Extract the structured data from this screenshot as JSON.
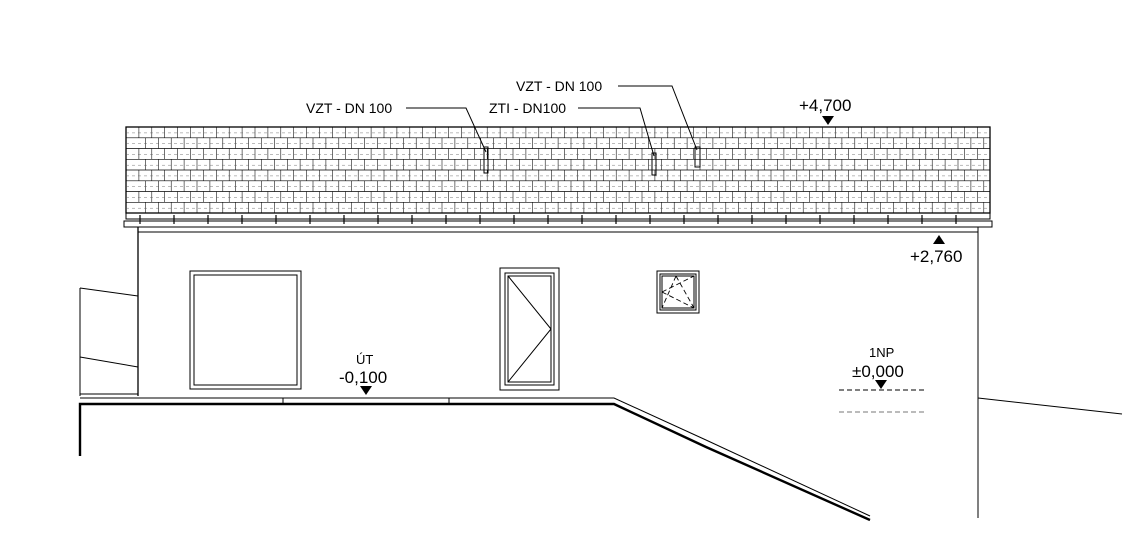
{
  "annotations": {
    "vzt_left": "VZT - DN 100",
    "zti": "ZTI - DN100",
    "vzt_right": "VZT - DN 100"
  },
  "levels": {
    "ridge": "+4,700",
    "eaves": "+2,760",
    "terrain_name": "ÚT",
    "terrain": "-0,100",
    "floor_name": "1NP",
    "floor": "±0,000"
  }
}
